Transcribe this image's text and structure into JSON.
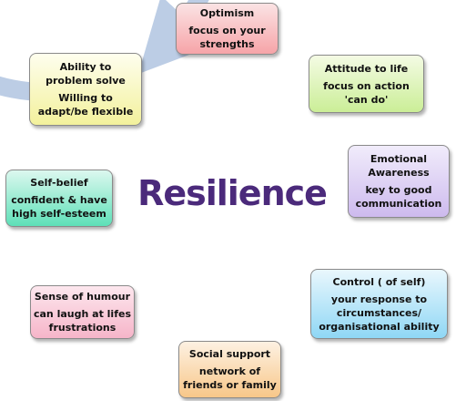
{
  "center_title": "Resilience",
  "colors": {
    "ring": "#bccde5",
    "ring_edge": "#a9bcd8",
    "title": "#4b2a7b",
    "box_border": "#8a8a8a"
  },
  "boxes": [
    {
      "key": "optimism",
      "title": "Optimism",
      "body": "focus  on your\nstrengths",
      "bg_top": "#fbe3e4",
      "bg_bottom": "#f6a4a8"
    },
    {
      "key": "attitude",
      "title": "Attitude to life",
      "body": "focus on action\n'can do'",
      "bg_top": "#f4fbe4",
      "bg_bottom": "#cbee97"
    },
    {
      "key": "emotional",
      "title": "Emotional\nAwareness",
      "body": "key to good\ncommunication",
      "bg_top": "#f1ecfb",
      "bg_bottom": "#cdbaee"
    },
    {
      "key": "control",
      "title": "Control ( of self)",
      "body": "your response to\ncircumstances/\norganisational ability",
      "bg_top": "#e9f7fd",
      "bg_bottom": "#8fd7f5"
    },
    {
      "key": "social",
      "title": "Social support",
      "body": "network of\nfriends or family",
      "bg_top": "#fdf1e2",
      "bg_bottom": "#f8c789"
    },
    {
      "key": "humour",
      "title": "Sense of humour",
      "body": "can laugh at lifes\nfrustrations",
      "bg_top": "#fde7ee",
      "bg_bottom": "#f6b5c9"
    },
    {
      "key": "selfbelief",
      "title": "Self-belief",
      "body": "confident & have\nhigh self-esteem",
      "bg_top": "#dcf8ef",
      "bg_bottom": "#5ee0b8"
    },
    {
      "key": "ability",
      "title": "Ability to\nproblem solve",
      "body": "Willing to\nadapt/be flexible",
      "bg_top": "#fefeee",
      "bg_bottom": "#f3f19c"
    }
  ]
}
